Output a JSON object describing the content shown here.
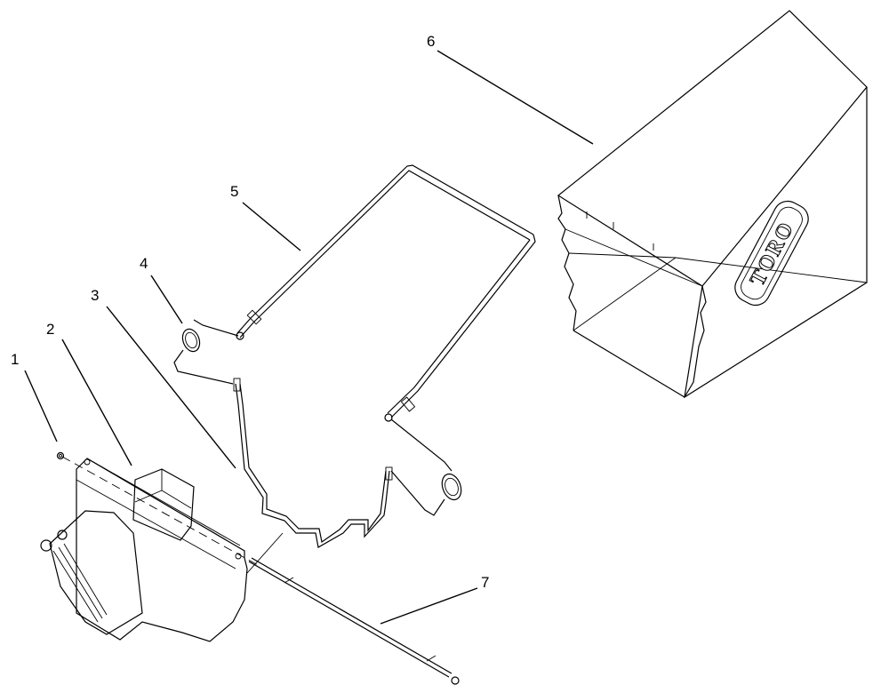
{
  "diagram": {
    "callouts": [
      {
        "id": "1",
        "label": "1"
      },
      {
        "id": "2",
        "label": "2"
      },
      {
        "id": "3",
        "label": "3"
      },
      {
        "id": "4",
        "label": "4"
      },
      {
        "id": "5",
        "label": "5"
      },
      {
        "id": "6",
        "label": "6"
      },
      {
        "id": "7",
        "label": "7"
      }
    ],
    "logo_text": "TORO"
  }
}
